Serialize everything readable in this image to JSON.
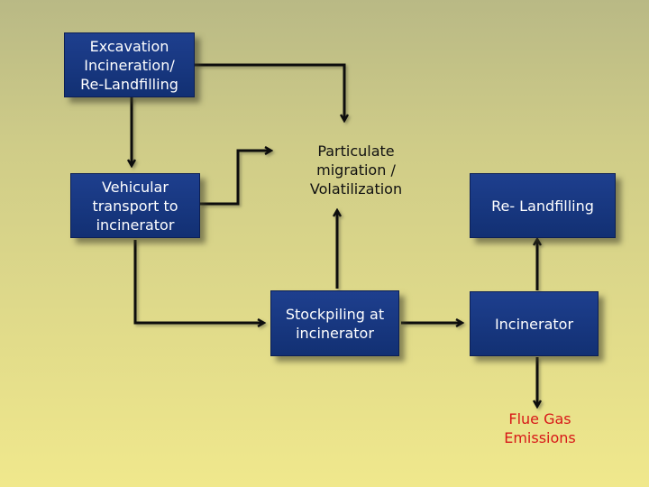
{
  "nodes": {
    "excavation": "Excavation\nIncineration/\nRe-Landfilling",
    "vehicular": "Vehicular\ntransport to\nincinerator",
    "particulate": "Particulate\nmigration /\nVolatilization",
    "relandfilling": "Re- Landfilling",
    "stockpiling": "Stockpiling at\nincinerator",
    "incinerator": "Incinerator",
    "flue_gas": "Flue Gas\nEmissions"
  },
  "colors": {
    "box_fill": "#1e3f8e",
    "box_text": "#ffffff",
    "arrow": "#111111",
    "flue_gas_text": "#d81818",
    "background_top": "#b9b985",
    "background_bottom": "#f0e88c"
  }
}
